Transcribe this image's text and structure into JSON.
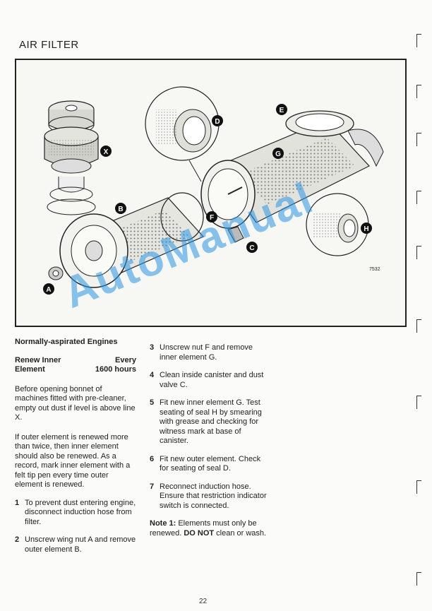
{
  "title": "AIR FILTER",
  "figure": {
    "ref": "7532",
    "callouts": [
      "A",
      "B",
      "C",
      "D",
      "E",
      "F",
      "G",
      "H",
      "X"
    ]
  },
  "left": {
    "heading": "Normally-aspirated Engines",
    "renew_label_1": "Renew Inner",
    "renew_label_2": "Element",
    "renew_every": "Every",
    "renew_interval": "1600 hours",
    "para1": "Before opening bonnet of machines fitted with pre-cleaner, empty out dust if level is above line X.",
    "para2": "If outer element is renewed more than twice, then inner element should also be renewed. As a record, mark inner element with a felt tip pen every time outer element is renewed.",
    "steps": [
      {
        "num": "1",
        "text": "To prevent dust entering engine, disconnect induction hose from filter."
      },
      {
        "num": "2",
        "text": "Unscrew wing nut A and remove outer element B."
      }
    ]
  },
  "right": {
    "steps": [
      {
        "num": "3",
        "text": "Unscrew nut F and remove inner element G."
      },
      {
        "num": "4",
        "text": "Clean inside canister and dust valve C."
      },
      {
        "num": "5",
        "text": "Fit new inner element G. Test seating of seal H by smearing with grease and checking for witness mark at base of canister."
      },
      {
        "num": "6",
        "text": "Fit new outer element. Check for seating of seal D."
      },
      {
        "num": "7",
        "text": "Reconnect induction hose. Ensure that restriction indicator switch is connected."
      }
    ],
    "note_label": "Note 1:",
    "note_text_1": " Elements must only be renewed. ",
    "note_bold": "DO NOT",
    "note_text_2": " clean or wash."
  },
  "watermark": "AutoManual",
  "page_number": "22"
}
